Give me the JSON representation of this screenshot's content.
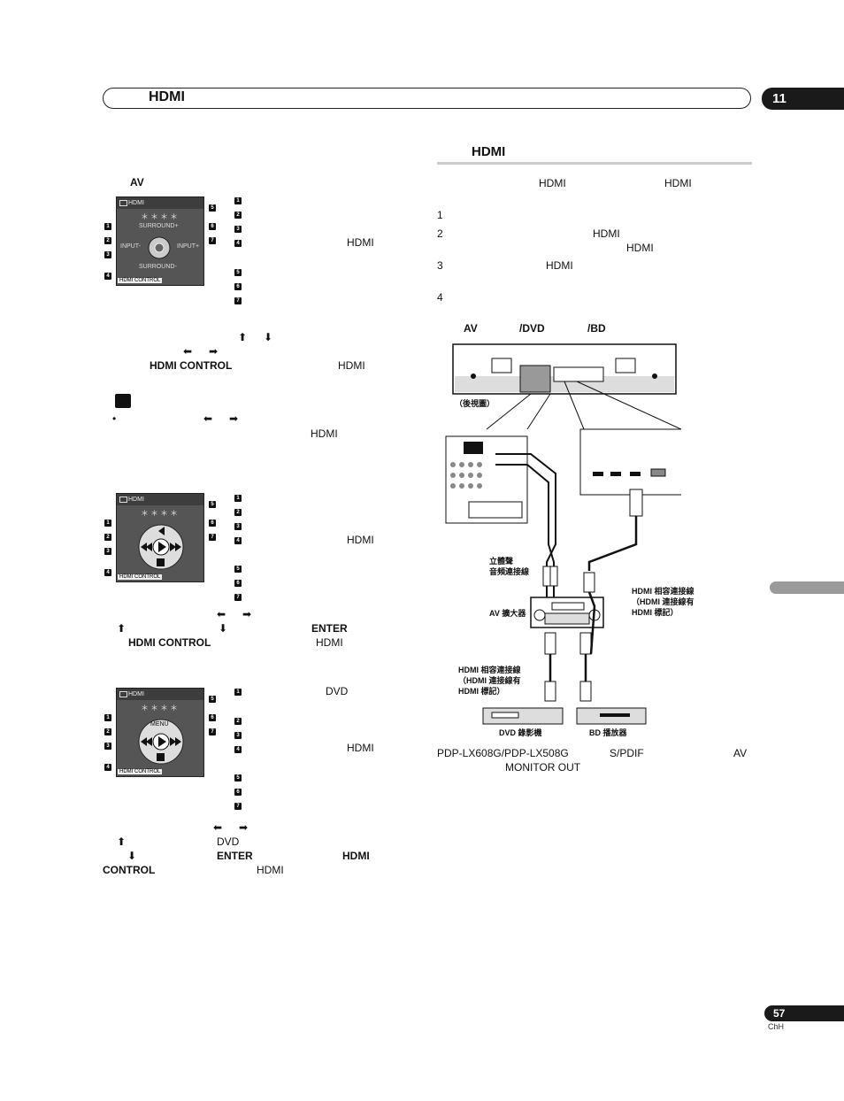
{
  "header": {
    "title": "HDMI",
    "chapter": "11"
  },
  "footer": {
    "page_number": "57",
    "lang": "ChH"
  },
  "left": {
    "av_heading": "AV",
    "osd1": {
      "title": "HDMI",
      "stars": "＊＊＊＊",
      "surround_plus": "SURROUND+",
      "surround_minus": "SURROUND-",
      "input_minus": "INPUT-",
      "input_plus": "INPUT+",
      "footer": "HDMI CONTROL"
    },
    "osd2": {
      "title": "HDMI",
      "stars": "＊＊＊＊",
      "footer": "HDMI CONTROL"
    },
    "osd3": {
      "title": "HDMI",
      "stars": "＊＊＊＊",
      "menu": "MENU",
      "footer": "HDMI CONTROL"
    },
    "list1": {
      "hdmi": "HDMI"
    },
    "para1": {
      "up": "⬆",
      "down": "⬇",
      "left": "⬅",
      "right": "➡",
      "hdmi_control": "HDMI CONTROL",
      "hdmi": "HDMI"
    },
    "note": {
      "bullet": "•",
      "left": "⬅",
      "right": "➡",
      "hdmi": "HDMI"
    },
    "list2": {
      "hdmi": "HDMI"
    },
    "para2": {
      "left": "⬅",
      "right": "➡",
      "enter": "ENTER",
      "up": "⬆",
      "down": "⬇",
      "hdmi_control": "HDMI CONTROL",
      "hdmi": "HDMI"
    },
    "list3": {
      "dvd": "DVD",
      "hdmi": "HDMI"
    },
    "para3": {
      "left": "⬅",
      "right": "➡",
      "up": "⬆",
      "dvd": "DVD",
      "down": "⬇",
      "enter": "ENTER",
      "hdmi": "HDMI",
      "control": "CONTROL",
      "hdmi2": "HDMI"
    }
  },
  "right": {
    "section_title": "HDMI",
    "intro_hdmi1": "HDMI",
    "intro_hdmi2": "HDMI",
    "steps": [
      "1",
      "2",
      "3",
      "4"
    ],
    "step2_hdmi1": "HDMI",
    "step2_hdmi2": "HDMI",
    "step3_hdmi": "HDMI",
    "diagram_heading": {
      "av": "AV",
      "dvd": "/DVD",
      "bd": "/BD"
    },
    "diagram": {
      "rear_view": "（後視圖）",
      "stereo_1": "立體聲",
      "stereo_2": "音頻連接線",
      "av_amp": "AV 擴大器",
      "hdmi_cable_r1": "HDMI 相容連接線",
      "hdmi_cable_r2": "（HDMI 連接線有",
      "hdmi_cable_r3": "HDMI 標記）",
      "hdmi_cable_l1": "HDMI 相容連接線",
      "hdmi_cable_l2": "（HDMI 連接線有",
      "hdmi_cable_l3": "HDMI 標記）",
      "dvd_recorder": "DVD 錄影機",
      "bd_player": "BD 播放器"
    },
    "bottom_note": {
      "model": "PDP-LX608G/PDP-LX508G",
      "spdif": "S/PDIF",
      "av": "AV",
      "monitor_out": "MONITOR OUT"
    }
  }
}
